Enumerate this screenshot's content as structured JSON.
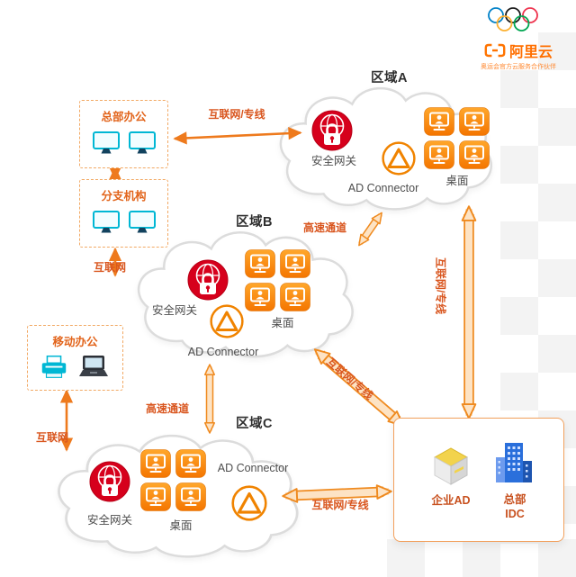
{
  "brand": {
    "name": "阿里云",
    "tagline": "奥运会官方云服务合作伙伴"
  },
  "regions": {
    "a": {
      "title": "区域A",
      "gateway_label": "安全网关",
      "connector_label": "AD Connector",
      "desktop_label": "桌面"
    },
    "b": {
      "title": "区域B",
      "gateway_label": "安全网关",
      "connector_label": "AD Connector",
      "desktop_label": "桌面"
    },
    "c": {
      "title": "区域C",
      "gateway_label": "安全网关",
      "connector_label": "AD Connector",
      "desktop_label": "桌面"
    }
  },
  "offices": {
    "hq": {
      "label": "总部办公"
    },
    "branch": {
      "label": "分支机构"
    },
    "mobile": {
      "label": "移动办公"
    }
  },
  "idc_box": {
    "enterprise_ad_label": "企业AD",
    "hq_idc_line1": "总部",
    "hq_idc_line2": "IDC"
  },
  "links": {
    "hq_to_a": "互联网/专线",
    "branch_internet": "互联网",
    "express_ab": "高速通道",
    "a_to_idc": "互联网/专线",
    "b_to_idc": "互联网/专线",
    "express_bc": "高速通道",
    "mobile_internet": "互联网",
    "c_to_idc": "互联网/专线"
  },
  "colors": {
    "accent_orange": "#FF6F00",
    "arrow_orange": "#EE7A1D",
    "label_orange": "#D9561F",
    "gateway_red": "#D6001C",
    "monitor_cyan": "#00B7D4",
    "idc_blue": "#2A6FDB"
  }
}
